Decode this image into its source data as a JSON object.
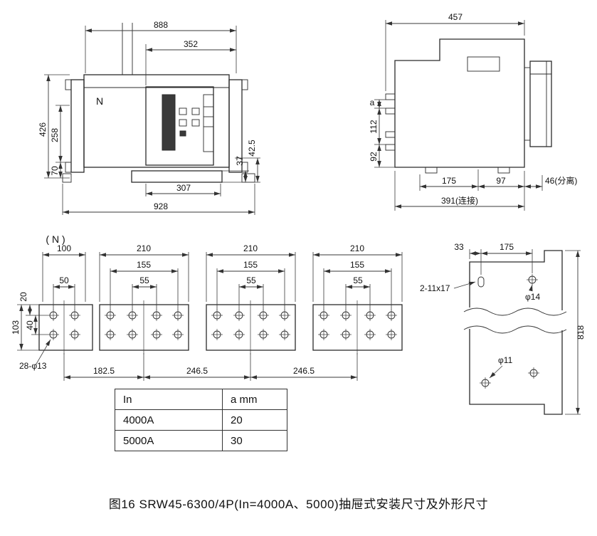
{
  "caption": "图16 SRW45-6300/4P(In=4000A、5000)抽屉式安装尺寸及外形尺寸",
  "front_view": {
    "n_label": "N",
    "dim_888": "888",
    "dim_352": "352",
    "dim_426": "426",
    "dim_258": "258",
    "dim_70": "70",
    "dim_42_5": "42.5",
    "dim_37": "37",
    "dim_307": "307",
    "dim_928": "928"
  },
  "side_view": {
    "dim_457": "457",
    "dim_a": "a",
    "dim_112": "112",
    "dim_92": "92",
    "dim_175": "175",
    "dim_97": "97",
    "dim_46": "46(分离)",
    "dim_391": "391(连接)"
  },
  "terminal_view": {
    "n_label": "( N )",
    "dim_100": "100",
    "dim_210": "210",
    "dim_155": "155",
    "dim_50": "50",
    "dim_55": "55",
    "dim_20": "20",
    "dim_40": "40",
    "dim_103": "103",
    "holes_callout": "28-φ13",
    "dim_182_5": "182.5",
    "dim_246_5": "246.5"
  },
  "plate_view": {
    "dim_33": "33",
    "dim_175": "175",
    "slot_callout": "2-11x17",
    "dim_phi14": "φ14",
    "dim_818": "818",
    "dim_phi11": "φ11"
  },
  "table": {
    "headers": [
      "In",
      "a mm"
    ],
    "rows": [
      [
        "4000A",
        "20"
      ],
      [
        "5000A",
        "30"
      ]
    ]
  }
}
